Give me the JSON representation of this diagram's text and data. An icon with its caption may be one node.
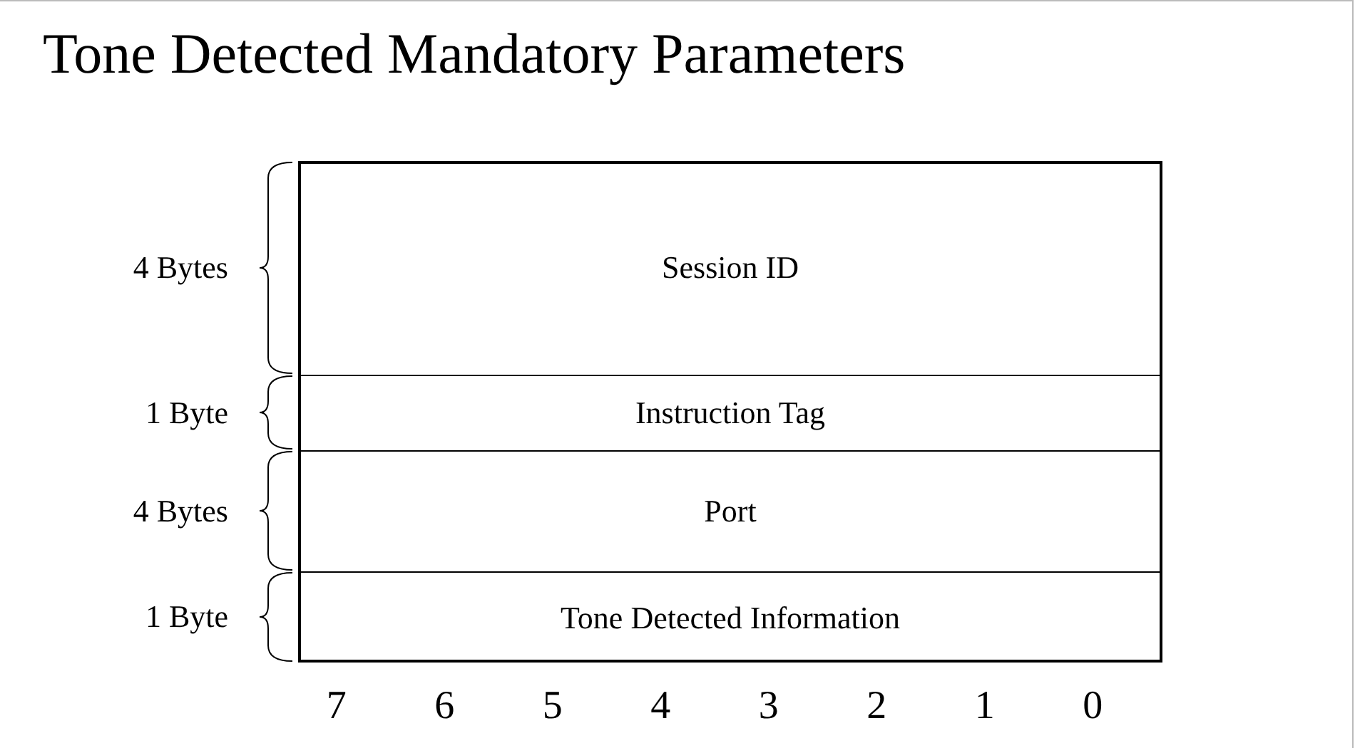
{
  "diagram": {
    "title": "Tone Detected Mandatory Parameters",
    "nodes": [
      {
        "text": [
          "Session ID"
        ]
      },
      {
        "text": [
          "Instruction Tag"
        ]
      },
      {
        "text": [
          "Port"
        ]
      },
      {
        "text": [
          "Tone Detected Information"
        ]
      }
    ],
    "labels": [
      "4 Bytes",
      "1 Byte",
      "4 Bytes",
      "1 Byte",
      "7",
      "6",
      "5",
      "4",
      "3",
      "2",
      "1",
      "0"
    ]
  }
}
